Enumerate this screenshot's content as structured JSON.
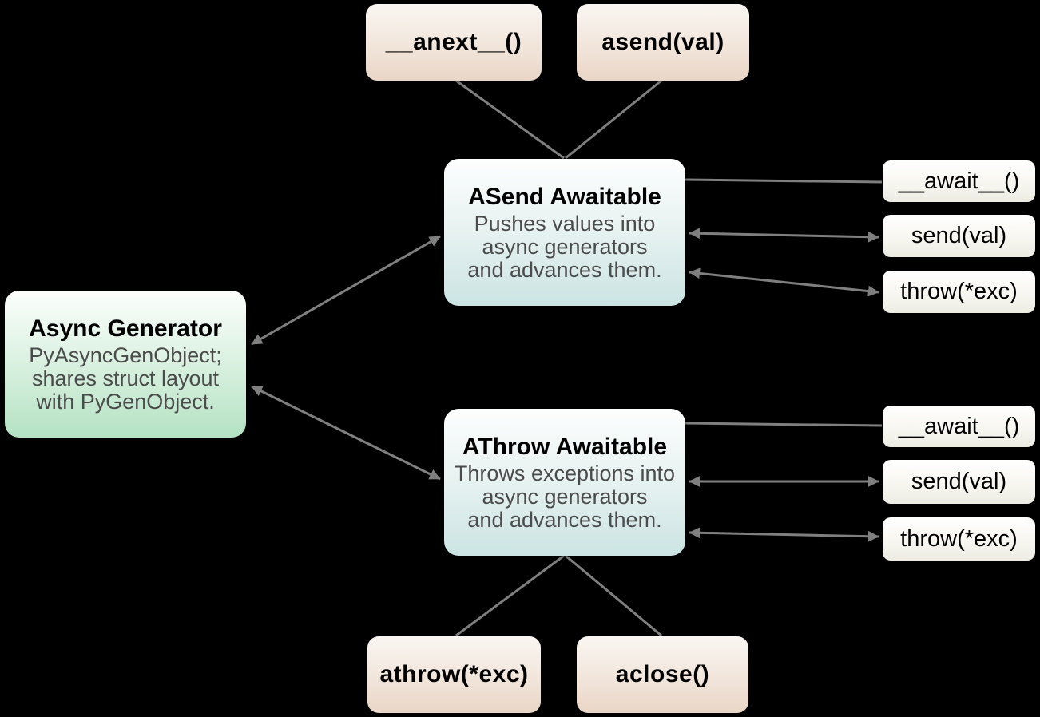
{
  "diagram": {
    "background": "#000000",
    "connector_color": "#7f7f7f",
    "nodes": {
      "anext": {
        "label": "__anext__()"
      },
      "asend": {
        "label": "asend(val)"
      },
      "asend_awaitable": {
        "title": "ASend Awaitable",
        "desc": [
          "Pushes values into",
          "async generators",
          "and advances them."
        ]
      },
      "athrow_awaitable": {
        "title": "AThrow Awaitable",
        "desc": [
          "Throws exceptions into",
          "async generators",
          "and advances them."
        ]
      },
      "async_generator": {
        "title": "Async Generator",
        "desc": [
          "PyAsyncGenObject;",
          "shares struct layout",
          "with PyGenObject."
        ]
      },
      "asend_await": {
        "label": "__await__()"
      },
      "asend_send": {
        "label": "send(val)"
      },
      "asend_throw": {
        "label": "throw(*exc)"
      },
      "athrow_await": {
        "label": "__await__()"
      },
      "athrow_send": {
        "label": "send(val)"
      },
      "athrow_throw": {
        "label": "throw(*exc)"
      },
      "athrow_method": {
        "label": "athrow(*exc)"
      },
      "aclose": {
        "label": "aclose()"
      }
    },
    "edges": [
      {
        "from": "anext",
        "to": "asend_awaitable",
        "arrows": "none"
      },
      {
        "from": "asend",
        "to": "asend_awaitable",
        "arrows": "none"
      },
      {
        "from": "async_generator",
        "to": "asend_awaitable",
        "arrows": "both"
      },
      {
        "from": "async_generator",
        "to": "athrow_awaitable",
        "arrows": "both"
      },
      {
        "from": "asend_awaitable",
        "to": "asend_await",
        "arrows": "none"
      },
      {
        "from": "asend_awaitable",
        "to": "asend_send",
        "arrows": "both"
      },
      {
        "from": "asend_awaitable",
        "to": "asend_throw",
        "arrows": "both"
      },
      {
        "from": "athrow_awaitable",
        "to": "athrow_await",
        "arrows": "none"
      },
      {
        "from": "athrow_awaitable",
        "to": "athrow_send",
        "arrows": "both"
      },
      {
        "from": "athrow_awaitable",
        "to": "athrow_throw",
        "arrows": "both"
      },
      {
        "from": "athrow_awaitable",
        "to": "athrow_method",
        "arrows": "none"
      },
      {
        "from": "athrow_awaitable",
        "to": "aclose",
        "arrows": "none"
      }
    ]
  }
}
